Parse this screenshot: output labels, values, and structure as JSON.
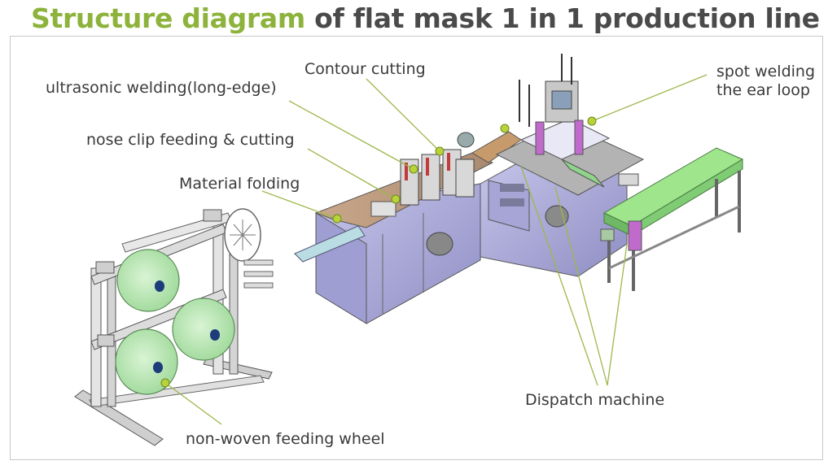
{
  "title": {
    "highlight": "Structure diagram",
    "rest": " of flat mask 1 in 1 production line"
  },
  "labels": {
    "contour_cutting": "Contour cutting",
    "ultrasonic_welding": "ultrasonic welding(long-edge)",
    "spot_welding_line1": "spot welding",
    "spot_welding_line2": "the ear loop",
    "nose_clip": "nose clip feeding & cutting",
    "material_folding": "Material folding",
    "dispatch_machine": "Dispatch machine",
    "non_woven": "non-woven feeding wheel"
  },
  "colors": {
    "accent_green": "#8db33c",
    "title_gray": "#4a4a4a",
    "leader_line": "#9db84a",
    "marker": "#b8d23a",
    "cabinet": "#aaa9d8",
    "roll": "#b8e6b3",
    "conveyor": "#9ee58c",
    "frame_metal": "#d6d6d6"
  }
}
